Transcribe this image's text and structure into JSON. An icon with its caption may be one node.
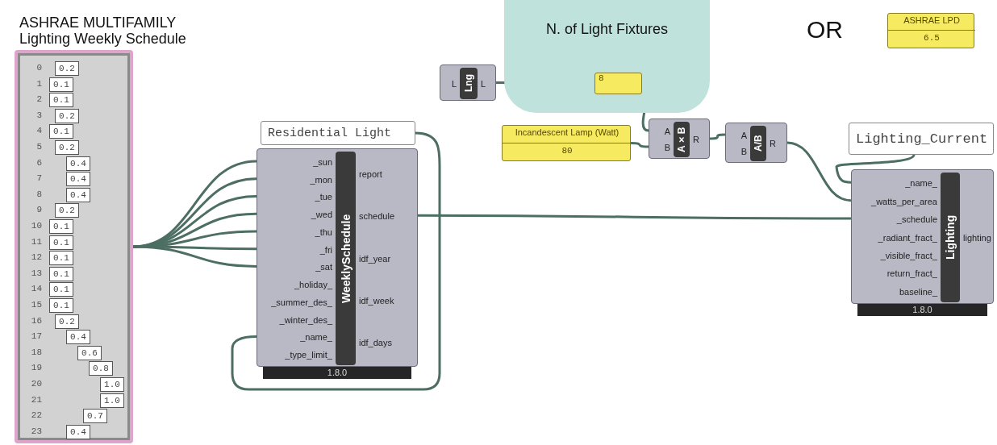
{
  "diagram": {
    "nodes": [
      {
        "text": [
          "ASHRAE MULTIFAMILY Lighting Weekly Schedule",
          "0",
          "0.2",
          "1",
          "0.1",
          "2",
          "0.1",
          "3",
          "0.2",
          "4",
          "0.1",
          "5",
          "0.2",
          "6",
          "0.4",
          "7",
          "0.4",
          "8",
          "0.4",
          "9",
          "0.2",
          "10",
          "0.1",
          "11",
          "0.1",
          "12",
          "0.1",
          "13",
          "0.1",
          "14",
          "0.1",
          "15",
          "0.1",
          "16",
          "0.2",
          "17",
          "0.4",
          "18",
          "0.6",
          "19",
          "0.8",
          "20",
          "1.0",
          "21",
          "1.0",
          "22",
          "0.7",
          "23",
          "0.4"
        ]
      },
      {
        "text": [
          "Residential Light"
        ]
      },
      {
        "text": [
          "WeeklySchedule",
          "_sun",
          "_mon",
          "_tue",
          "_wed",
          "_thu",
          "_fri",
          "_sat",
          "_holiday_",
          "_summer_des_",
          "_winter_des_",
          "_name_",
          "_type_limit_",
          "report",
          "schedule",
          "idf_year",
          "idf_week",
          "idf_days",
          "1.8.0"
        ]
      },
      {
        "text": [
          "N. of Light Fixtures"
        ]
      },
      {
        "text": [
          "L",
          "Lng",
          "L"
        ]
      },
      {
        "text": [
          "8"
        ],
        "in": 3
      },
      {
        "text": [
          "Incandescent Lamp (Watt)",
          "80"
        ]
      },
      {
        "text": [
          "A",
          "B",
          "A×B",
          "R"
        ]
      },
      {
        "text": [
          "A",
          "B",
          "A/B",
          "R"
        ]
      },
      {
        "text": [
          "ASHRAE LPD",
          "6.5"
        ]
      },
      {
        "text": [
          "Lighting_Current"
        ]
      },
      {
        "text": [
          "Lighting",
          "_name_",
          "_watts_per_area",
          "_schedule",
          "_radiant_fract_",
          "_visible_fract_",
          "return_fract_",
          "baseline_",
          "lighting",
          "1.8.0"
        ]
      }
    ],
    "edges": [
      {
        "from": 0,
        "to": 2,
        "arrow": "none"
      },
      {
        "from": 0,
        "to": 2,
        "arrow": "none"
      },
      {
        "from": 0,
        "to": 2,
        "arrow": "none"
      },
      {
        "from": 0,
        "to": 2,
        "arrow": "none"
      },
      {
        "from": 0,
        "to": 2,
        "arrow": "none"
      },
      {
        "from": 0,
        "to": 2,
        "arrow": "none"
      },
      {
        "from": 0,
        "to": 2,
        "arrow": "none"
      },
      {
        "from": 1,
        "to": 2,
        "arrow": "none"
      },
      {
        "from": 4,
        "to": 5,
        "arrow": "none"
      },
      {
        "from": 5,
        "to": 7,
        "arrow": "none"
      },
      {
        "from": 6,
        "to": 7,
        "arrow": "none"
      },
      {
        "from": 7,
        "to": 8,
        "arrow": "none"
      },
      {
        "from": 8,
        "to": 11,
        "arrow": "none"
      },
      {
        "from": 2,
        "to": 11,
        "arrow": "none"
      },
      {
        "from": 10,
        "to": 11,
        "arrow": "none"
      }
    ],
    "labels": [
      "OR"
    ]
  }
}
